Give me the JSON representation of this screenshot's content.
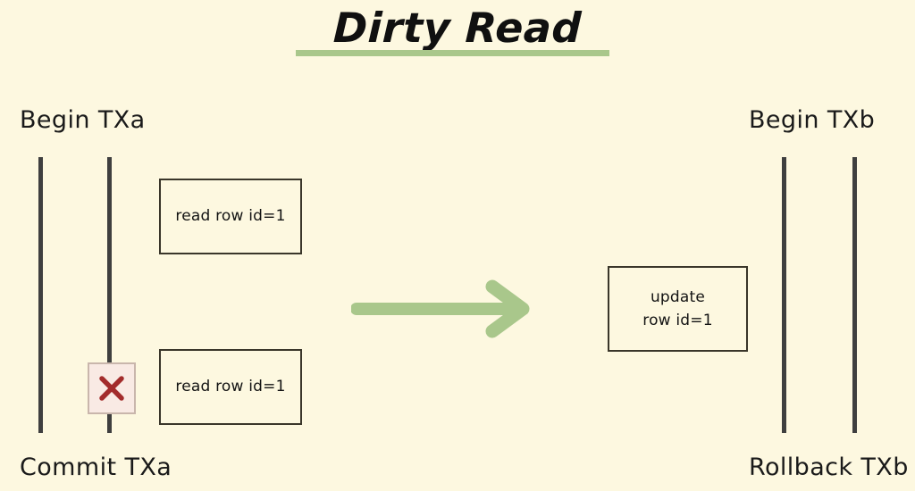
{
  "page": {
    "title": "Dirty Read",
    "background_color": "#FDF8E0",
    "accent_green": "#A9C78B",
    "line_color": "#3F3F3F",
    "box_border_color": "#3A362A",
    "abort_color": "#A32C2C"
  },
  "labels": {
    "begin_txa": "Begin TXa",
    "begin_txb": "Begin TXb",
    "commit_txa": "Commit TXa",
    "rollback_txb": "Rollback TXb"
  },
  "boxes": {
    "read_1": "read row id=1",
    "read_2": "read row id=1",
    "update": "update\nrow id=1"
  },
  "icons": {
    "abort": "x-mark-icon",
    "flow": "right-arrow-icon"
  }
}
